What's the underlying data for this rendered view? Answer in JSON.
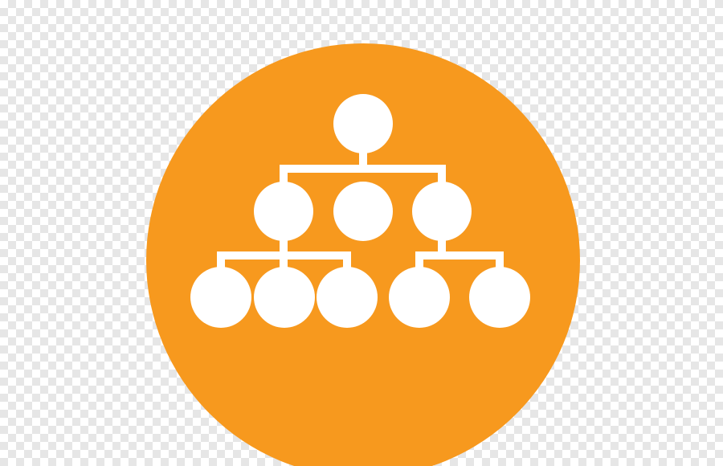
{
  "icon": {
    "name": "org-chart-icon",
    "description_shape": "circle-badge",
    "colors": {
      "badge": "#f7991e",
      "glyph": "#ffffff",
      "checker_light": "#ffffff",
      "checker_dark": "#e6e6e6"
    },
    "hierarchy": {
      "root": {
        "id": "root"
      },
      "level2": [
        {
          "id": "l2-left"
        },
        {
          "id": "l2-center"
        },
        {
          "id": "l2-right"
        }
      ],
      "level3": [
        {
          "id": "l3-1",
          "parent": "l2-left"
        },
        {
          "id": "l3-2",
          "parent": "l2-left"
        },
        {
          "id": "l3-3",
          "parent": "l2-left"
        },
        {
          "id": "l3-4",
          "parent": "l2-right"
        },
        {
          "id": "l3-5",
          "parent": "l2-right"
        }
      ]
    }
  }
}
